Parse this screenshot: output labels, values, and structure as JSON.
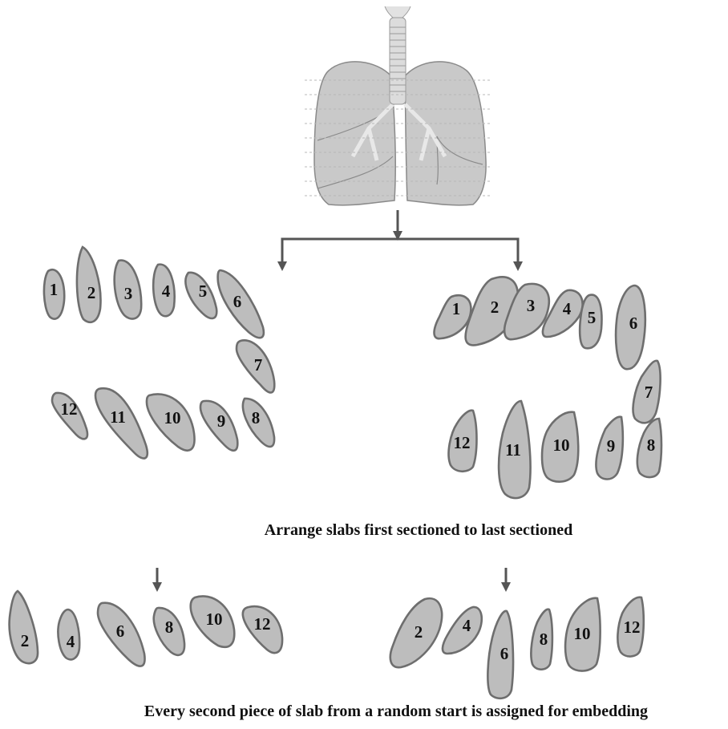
{
  "captions": {
    "arrange": "Arrange slabs first sectioned to last sectioned",
    "embedding": "Every second piece of slab from a random start is assigned for embedding"
  },
  "left_set": {
    "slabs": [
      "1",
      "2",
      "3",
      "4",
      "5",
      "6",
      "7",
      "8",
      "9",
      "10",
      "11",
      "12"
    ],
    "selected": [
      "2",
      "4",
      "6",
      "8",
      "10",
      "12"
    ]
  },
  "right_set": {
    "slabs": [
      "1",
      "2",
      "3",
      "4",
      "5",
      "6",
      "7",
      "8",
      "9",
      "10",
      "11",
      "12"
    ],
    "selected": [
      "2",
      "4",
      "6",
      "8",
      "10",
      "12"
    ]
  },
  "colors": {
    "slab_fill": "#bdbdbd",
    "slab_stroke": "#6e6e6e",
    "arrow": "#555555"
  }
}
